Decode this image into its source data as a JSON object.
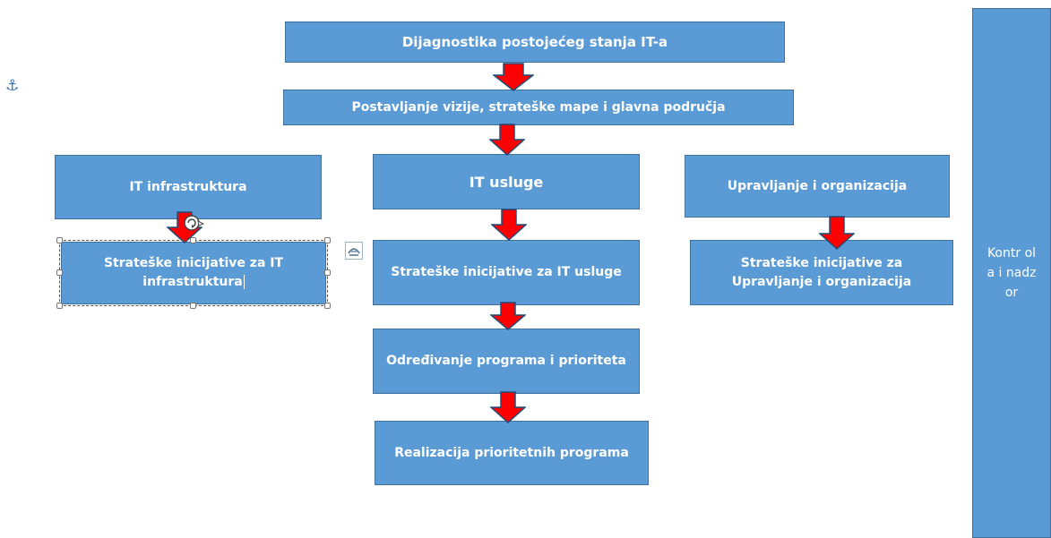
{
  "diagram": {
    "top_box": "Dijagnostika postojećeg stanja IT-a",
    "vision_box": "Postavljanje vizije, strateške mape i glavna područja",
    "col_infra": "IT infrastruktura",
    "col_services": "IT usluge",
    "col_mgmt": "Upravljanje i organizacija",
    "init_infra": "Strateške inicijative za IT infrastruktura",
    "init_services": "Strateške inicijative za IT usluge",
    "init_mgmt": "Strateške inicijative za Upravljanje i organizacija",
    "programs": "Određivanje programa i prioriteta",
    "realization": "Realizacija prioritetnih programa",
    "control": "Kontr ola i nadz or"
  },
  "colors": {
    "box_fill": "#5b9bd5",
    "box_border": "#41719c",
    "arrow": "#ff0000",
    "arrow_outline": "#1f4e79"
  },
  "icons": [
    "anchor-icon",
    "rotate-handle-icon",
    "layout-options-icon",
    "down-arrow-icon"
  ]
}
